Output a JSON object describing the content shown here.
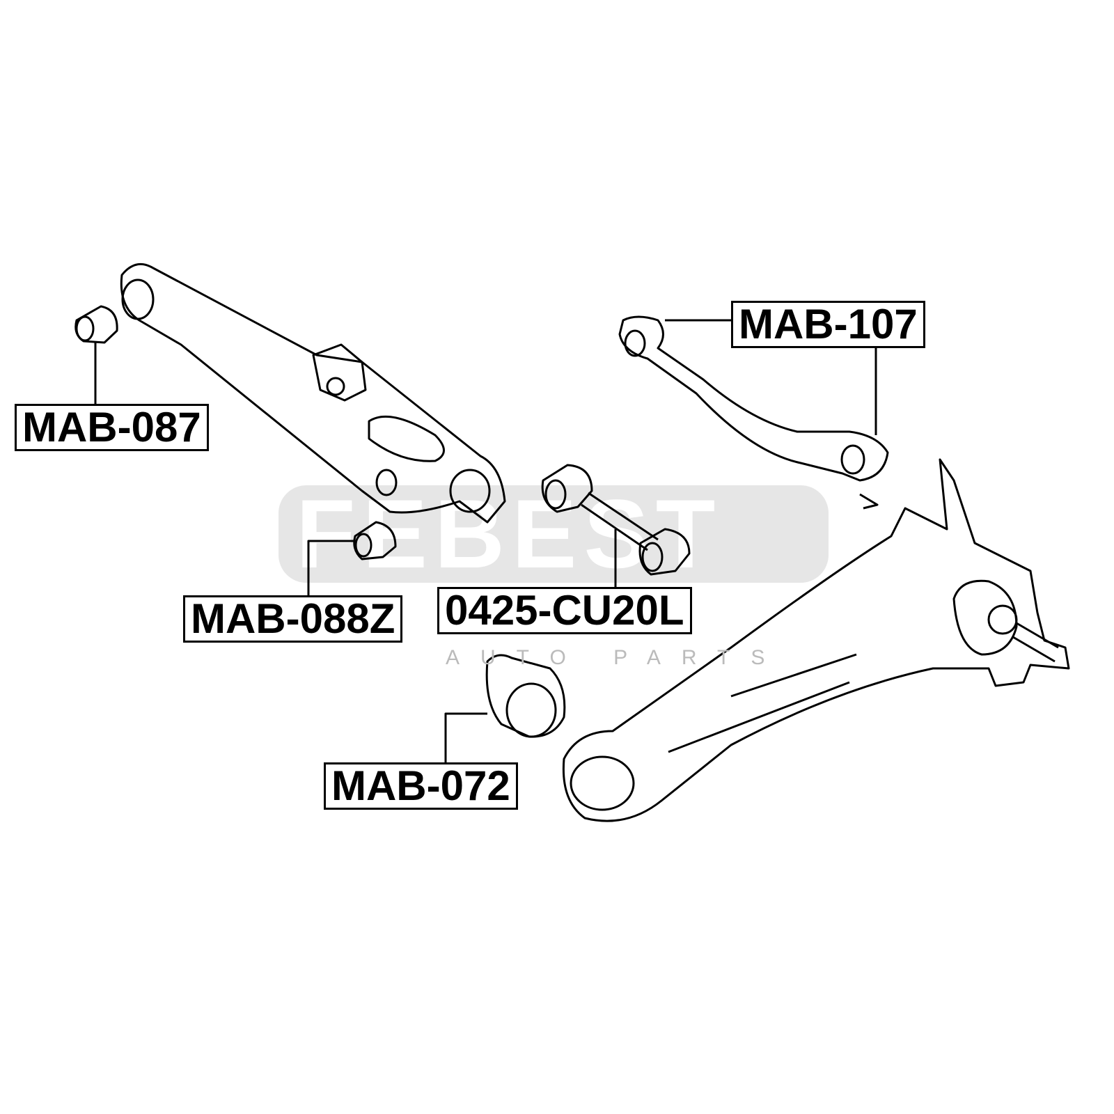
{
  "watermark": {
    "brand": "FEBEST",
    "subtitle": "AUTO PARTS"
  },
  "parts": {
    "mab_087": "MAB-087",
    "mab_107": "MAB-107",
    "mab_088z": "MAB-088Z",
    "cu20l": "0425-CU20L",
    "mab_072": "MAB-072"
  }
}
